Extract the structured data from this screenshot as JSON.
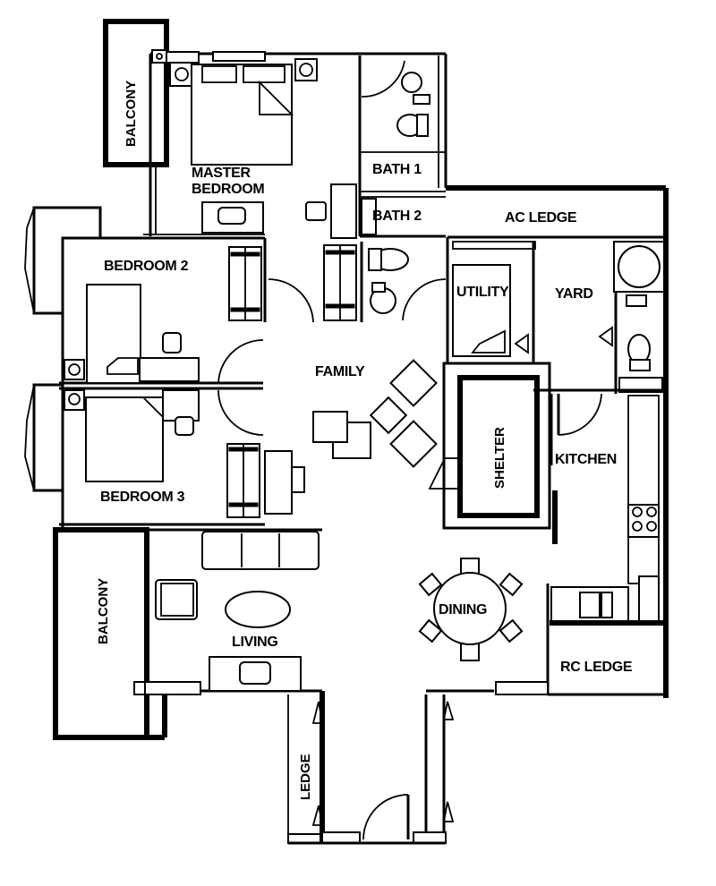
{
  "title": "Floor Plan",
  "colors": {
    "line": "#000000",
    "background": "#ffffff"
  },
  "rooms": {
    "balcony_top": "BALCONY",
    "master_bedroom_line1": "MASTER",
    "master_bedroom_line2": "BEDROOM",
    "bath1": "BATH 1",
    "bath2": "BATH 2",
    "ac_ledge": "AC LEDGE",
    "bedroom2": "BEDROOM 2",
    "utility": "UTILITY",
    "yard": "YARD",
    "family": "FAMILY",
    "shelter": "SHELTER",
    "kitchen": "KITCHEN",
    "bedroom3": "BEDROOM 3",
    "balcony_bottom": "BALCONY",
    "living": "LIVING",
    "dining": "DINING",
    "rc_ledge": "RC LEDGE",
    "ledge": "LEDGE"
  }
}
